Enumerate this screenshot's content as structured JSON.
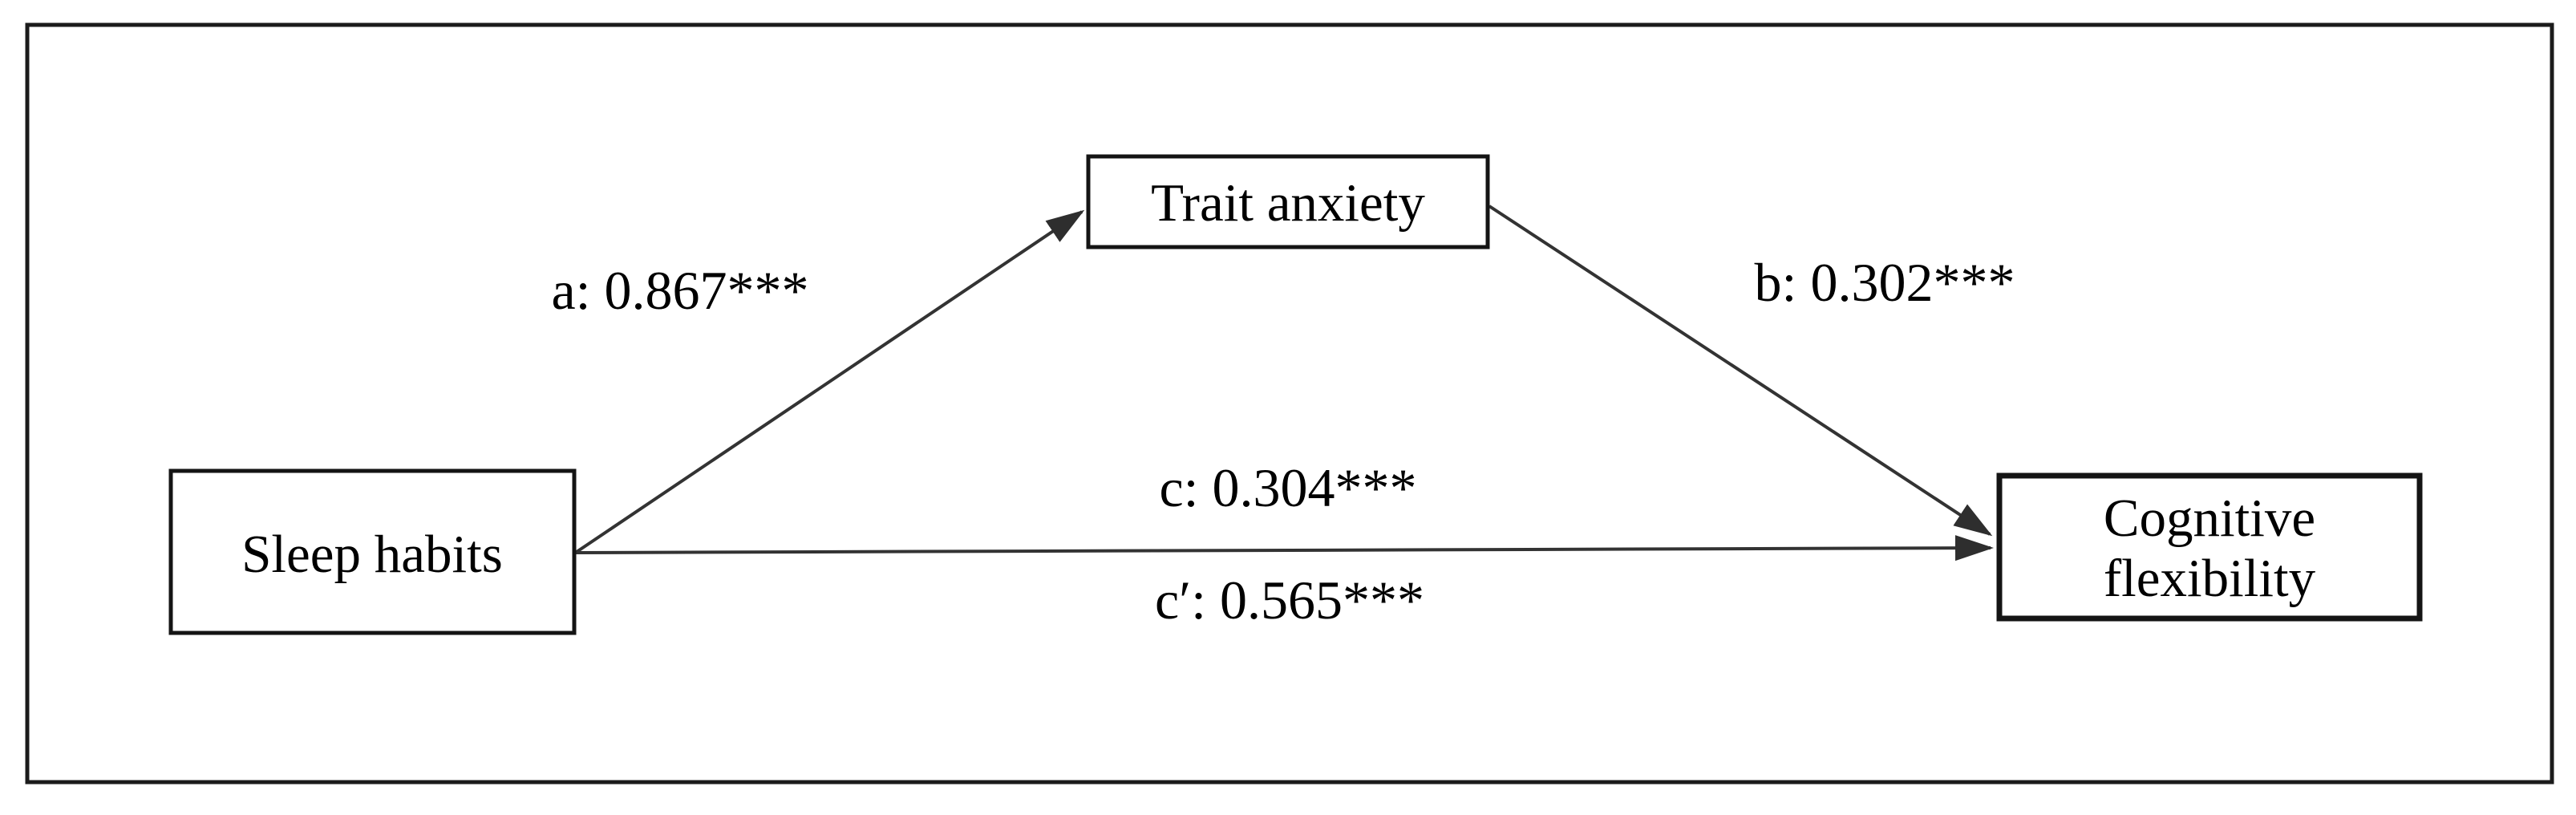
{
  "diagram": {
    "type": "mediation-path-model",
    "nodes": {
      "predictor": {
        "label": "Sleep habits"
      },
      "mediator": {
        "label": "Trait anxiety"
      },
      "outcome": {
        "label": "Cognitive flexibility",
        "line1": "Cognitive",
        "line2": "flexibility"
      }
    },
    "paths": {
      "a": {
        "label": "a: 0.867***",
        "from": "Sleep habits",
        "to": "Trait anxiety",
        "value": "0.867",
        "significance": "***"
      },
      "b": {
        "label": "b: 0.302***",
        "from": "Trait anxiety",
        "to": "Cognitive flexibility",
        "value": "0.302",
        "significance": "***"
      },
      "c": {
        "label": "c: 0.304***",
        "from": "Sleep habits",
        "to": "Cognitive flexibility",
        "value": "0.304",
        "significance": "***"
      },
      "c_prime": {
        "label": "c′: 0.565***",
        "from": "Sleep habits",
        "to": "Cognitive flexibility",
        "value": "0.565",
        "significance": "***"
      }
    },
    "colors": {
      "border": "#1b1b1b",
      "box_border": "#141414",
      "line": "#333333",
      "text": "#000000",
      "background": "#ffffff"
    }
  }
}
